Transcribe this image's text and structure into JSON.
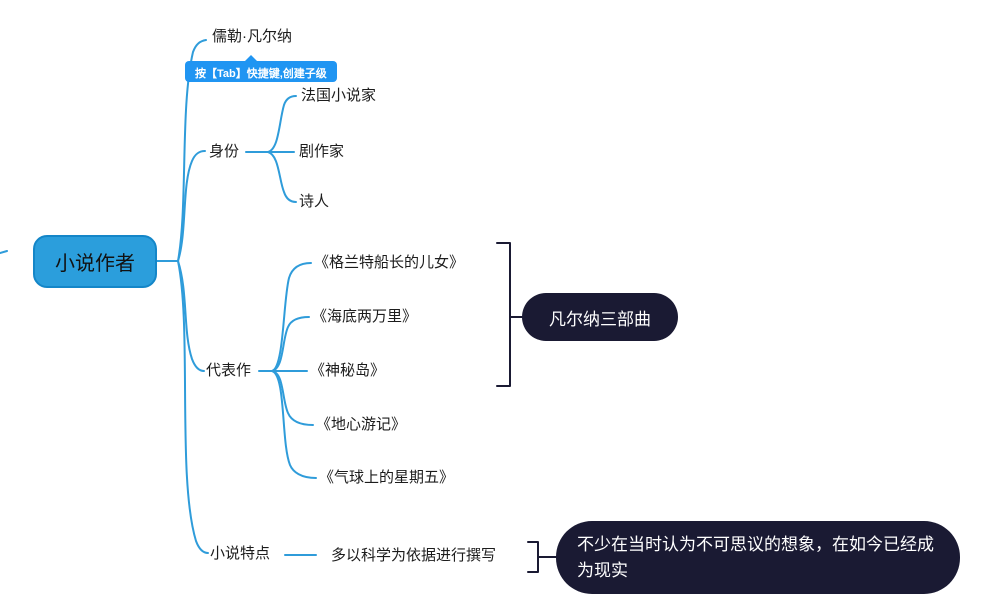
{
  "colors": {
    "line-blue": "#2F9CDA",
    "node-blue": "#2B9EDC",
    "node-blue-border": "#1486C8",
    "tooltip-blue": "#2095F2",
    "dark-navy": "#1A1A33",
    "text-dark": "#1C1C1C",
    "text-light": "#FFFFFF"
  },
  "root": {
    "label": "小说作者"
  },
  "tooltip": {
    "text": "按【Tab】快捷键,创建子级"
  },
  "branches": {
    "author": {
      "label": "儒勒·凡尔纳"
    },
    "identity": {
      "label": "身份",
      "children": [
        {
          "label": "法国小说家"
        },
        {
          "label": "剧作家"
        },
        {
          "label": "诗人"
        }
      ]
    },
    "works": {
      "label": "代表作",
      "children": [
        {
          "label": "《格兰特船长的儿女》"
        },
        {
          "label": "《海底两万里》"
        },
        {
          "label": "《神秘岛》"
        },
        {
          "label": "《地心游记》"
        },
        {
          "label": "《气球上的星期五》"
        }
      ],
      "summary": {
        "label": "凡尔纳三部曲"
      }
    },
    "features": {
      "label": "小说特点",
      "children": [
        {
          "label": "多以科学为依据进行撰写"
        }
      ],
      "summary": {
        "label": "不少在当时认为不可思议的想象，在如今已经成为现实"
      }
    }
  }
}
